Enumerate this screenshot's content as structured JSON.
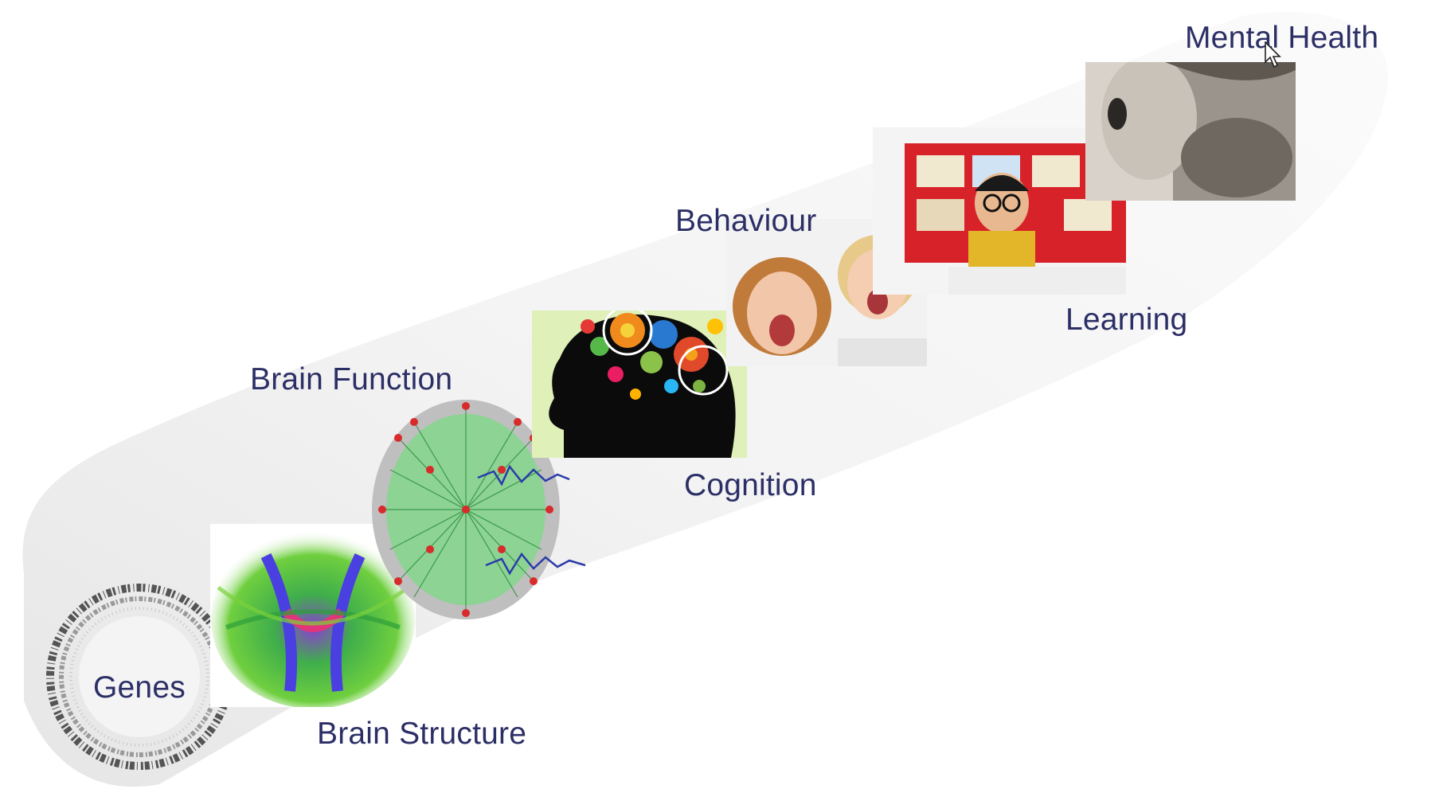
{
  "stages": [
    {
      "id": "genes",
      "label": "Genes"
    },
    {
      "id": "brain-structure",
      "label": "Brain Structure"
    },
    {
      "id": "brain-function",
      "label": "Brain Function"
    },
    {
      "id": "cognition",
      "label": "Cognition"
    },
    {
      "id": "behaviour",
      "label": "Behaviour"
    },
    {
      "id": "learning",
      "label": "Learning"
    },
    {
      "id": "mental-health",
      "label": "Mental Health"
    }
  ],
  "colors": {
    "label_text": "#2c2f66",
    "background_shape": "#f0f0f0"
  },
  "icons": [
    "genome-circle-icon",
    "brain-tractography-icon",
    "brain-network-icon",
    "head-gears-icon",
    "cursor-arrow-icon"
  ]
}
